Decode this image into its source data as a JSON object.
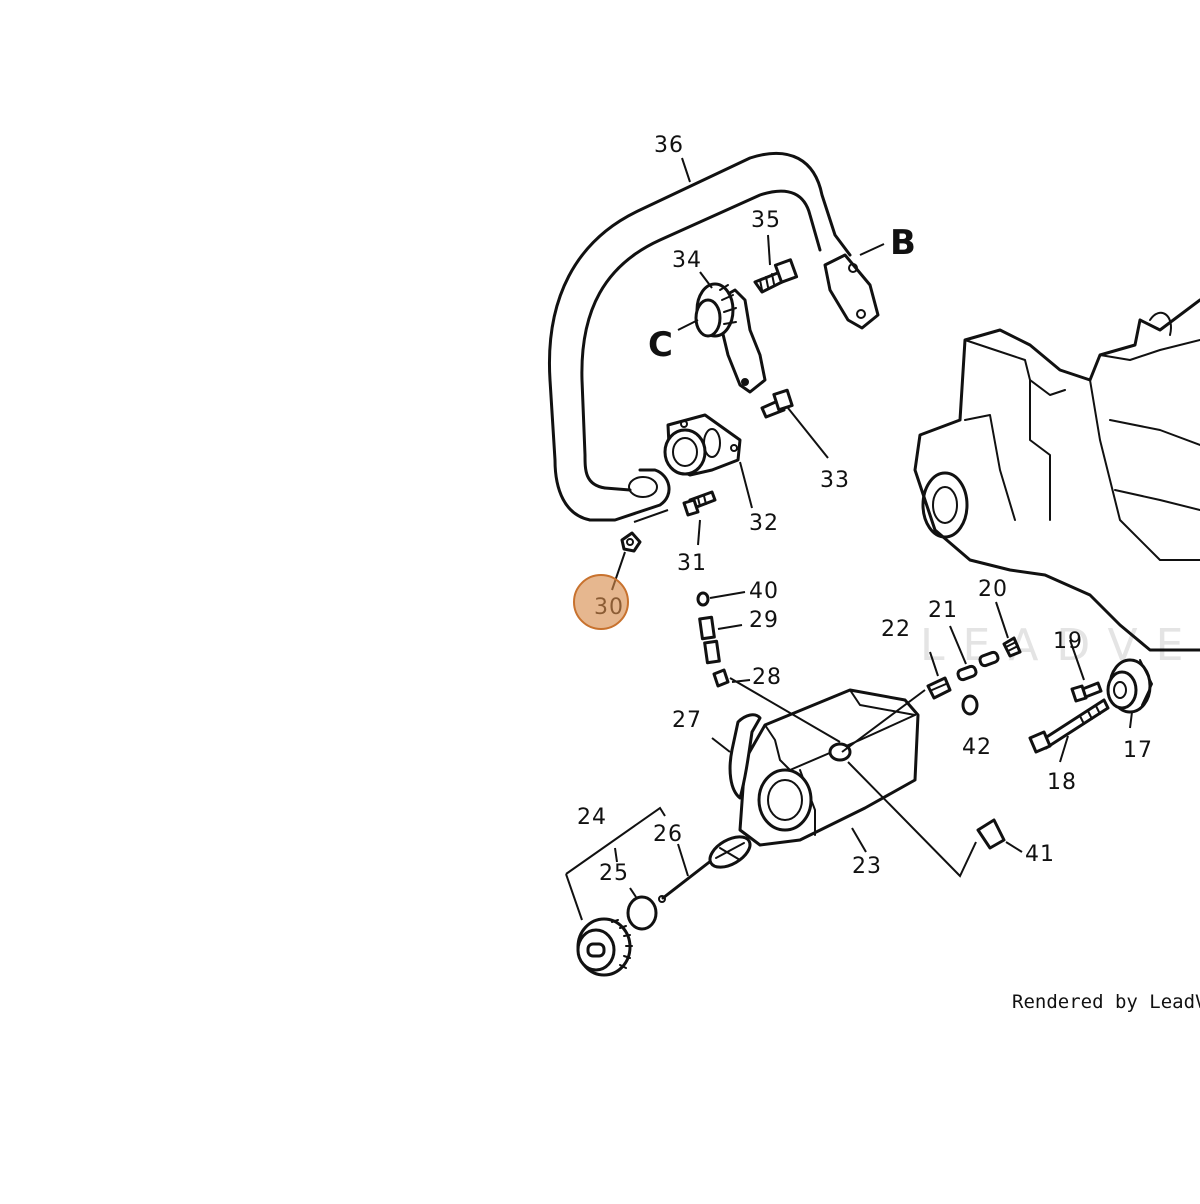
{
  "diagram": {
    "callouts": [
      "36",
      "35",
      "34",
      "33",
      "32",
      "31",
      "30",
      "40",
      "29",
      "28",
      "27",
      "26",
      "25",
      "24",
      "23",
      "22",
      "21",
      "20",
      "19",
      "18",
      "17",
      "42",
      "41"
    ],
    "reference_letters": {
      "b": "B",
      "c": "C"
    },
    "watermark": "LEADVEN",
    "footer": "Rendered by LeadVentu",
    "highlighted_part": "30",
    "highlight_color": "#d68a4a"
  }
}
